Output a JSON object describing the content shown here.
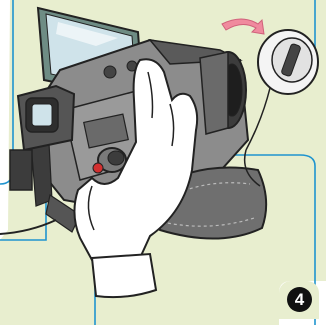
{
  "step": {
    "number": "4"
  },
  "colors": {
    "background": "#e8eecf",
    "callout_line": "#1f94cf",
    "arrow": "#f08a9e",
    "camera_body": "#8c8c8c",
    "camera_dark": "#3c3c3c",
    "hand": "#ffffff",
    "strap": "#6f6f6f"
  },
  "icons": [
    "camcorder-illustration",
    "hand-illustration",
    "lens-cap-illustration",
    "rotate-arrow-icon",
    "step-number-badge"
  ]
}
